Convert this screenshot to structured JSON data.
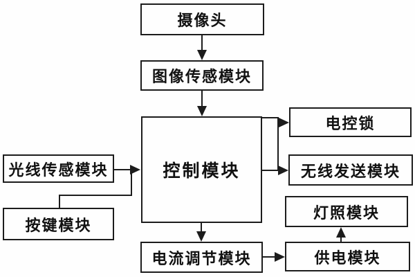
{
  "diagram": {
    "type": "block-flowchart",
    "nodes": {
      "camera": {
        "label": "摄像头"
      },
      "image_sensor": {
        "label": "图像传感模块"
      },
      "control": {
        "label": "控制模块"
      },
      "light_sensor": {
        "label": "光线传感模块"
      },
      "key": {
        "label": "按键模块"
      },
      "lock": {
        "label": "电控锁"
      },
      "wireless": {
        "label": "无线发送模块"
      },
      "lighting": {
        "label": "灯照模块"
      },
      "current": {
        "label": "电流调节模块"
      },
      "power": {
        "label": "供电模块"
      }
    },
    "edges": [
      {
        "from": "摄像头",
        "to": "图像传感模块"
      },
      {
        "from": "图像传感模块",
        "to": "控制模块"
      },
      {
        "from": "光线传感模块",
        "to": "控制模块"
      },
      {
        "from": "按键模块",
        "to": "控制模块"
      },
      {
        "from": "控制模块",
        "to": "电控锁"
      },
      {
        "from": "控制模块",
        "to": "无线发送模块"
      },
      {
        "from": "控制模块",
        "to": "电流调节模块"
      },
      {
        "from": "电流调节模块",
        "to": "供电模块"
      },
      {
        "from": "供电模块",
        "to": "灯照模块"
      }
    ],
    "colors": {
      "line": "#1c1c1c",
      "box_background": "#fefefe",
      "text": "#111111",
      "page_background": "#ffffff"
    }
  }
}
